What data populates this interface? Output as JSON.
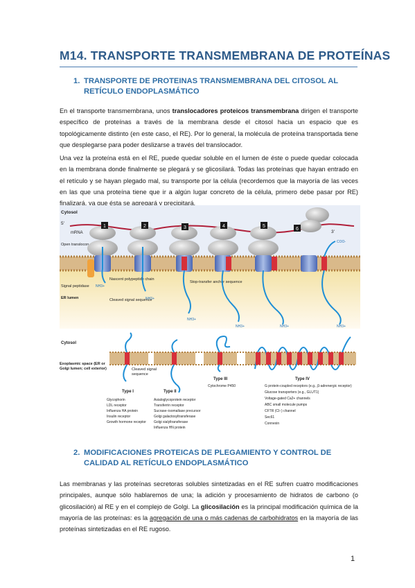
{
  "title": "M14. TRANSPORTE TRANSMEMBRANA DE PROTEÍNAS",
  "section1": {
    "number": "1.",
    "heading": "TRANSPORTE DE PROTEINAS TRANSMEMBRANA DEL CITOSOL AL RETÍCULO ENDOPLASMÁTICO",
    "p1_a": "En el transporte transmembrana, unos ",
    "p1_bold": "translocadores proteicos transmembrana",
    "p1_b": " dirigen el transporte específico de proteínas a través de la membrana desde el citosol hacia un espacio que es topológicamente distinto (en este caso, el RE). Por lo general, la molécula de proteína transportada tiene que desplegarse para poder deslizarse a través del translocador.",
    "p2": "Una vez la proteína está en el RE, puede quedar soluble en el lumen de éste o puede quedar colocada en la membrana donde finalmente se plegará y se glicosilará. Todas las proteínas que hayan entrado en el retículo y se hayan plegado mal, su transporte por la célula (recordemos que la mayoría de las veces en las que una proteína tiene que ir a algún lugar concreto de la célula, primero debe pasar por RE) finalizará, ya que ésta se agregará y precipitará."
  },
  "figure": {
    "top_labels": {
      "cytosol": "Cytosol",
      "five_prime": "5'",
      "mrna": "mRNA",
      "three_prime": "3'",
      "open_translocon": "Open translocon",
      "signal_peptidase": "Signal peptidase",
      "er_lumen": "ER lumen",
      "nascent": "Nascent polypeptide chain",
      "cleaved": "Cleaved signal sequence",
      "stop_transfer": "Stop-transfer anchor sequence",
      "nh3": "NH3+",
      "coo": "COO-"
    },
    "steps": [
      "1",
      "2",
      "3",
      "4",
      "5",
      "6"
    ],
    "bottom_labels": {
      "cytosol": "Cytosol",
      "exoplasmic": "Exoplasmic space (ER or Golgi lumen; cell exterior)",
      "cleaved_signal": "Cleaved signal sequence"
    },
    "types": [
      {
        "name": "Type I",
        "items": [
          "Glycophorin",
          "LDL receptor",
          "Influenza HA protein",
          "Insulin receptor",
          "Growth hormone receptor"
        ]
      },
      {
        "name": "Type II",
        "items": [
          "Asialoglycoprotein receptor",
          "Transferrin receptor",
          "Sucrase–isomaltase precursor",
          "Golgi galactosyltransferase",
          "Golgi sialyltransferase",
          "Influenza HN protein"
        ]
      },
      {
        "name": "Type III",
        "items": [
          "Cytochrome P450"
        ]
      },
      {
        "name": "Type IV",
        "items": [
          "G protein-coupled receptors (e.g., β-adrenergic receptor)",
          "Glucose transporters (e.g., GLUT1)",
          "Voltage-gated Ca2+ channels",
          "ABC small molecule pumps",
          "CFTR (Cl−) channel",
          "Sec61",
          "Connexin"
        ]
      }
    ]
  },
  "section2": {
    "number": "2.",
    "heading": "MODIFICACIONES PROTEICAS DE PLEGAMIENTO Y CONTROL DE CALIDAD AL RETÍCULO ENDOPLASMÁTICO",
    "p_a": "Las membranas y las proteínas secretoras solubles sintetizadas en el RE sufren cuatro modificaciones principales, aunque sólo hablaremos de una; la adición y procesamiento de hidratos de carbono (o glicosilación) al RE y en el complejo de Golgi. La ",
    "p_bold": "glicosilación",
    "p_b": " es la principal modificación química de la mayoría de las proteínas: es la ",
    "p_underline": "agregación de una o más cadenas de carbohidratos",
    "p_c": " en la mayoría de las proteínas sintetizadas en el RE rugoso."
  },
  "page_number": "1"
}
